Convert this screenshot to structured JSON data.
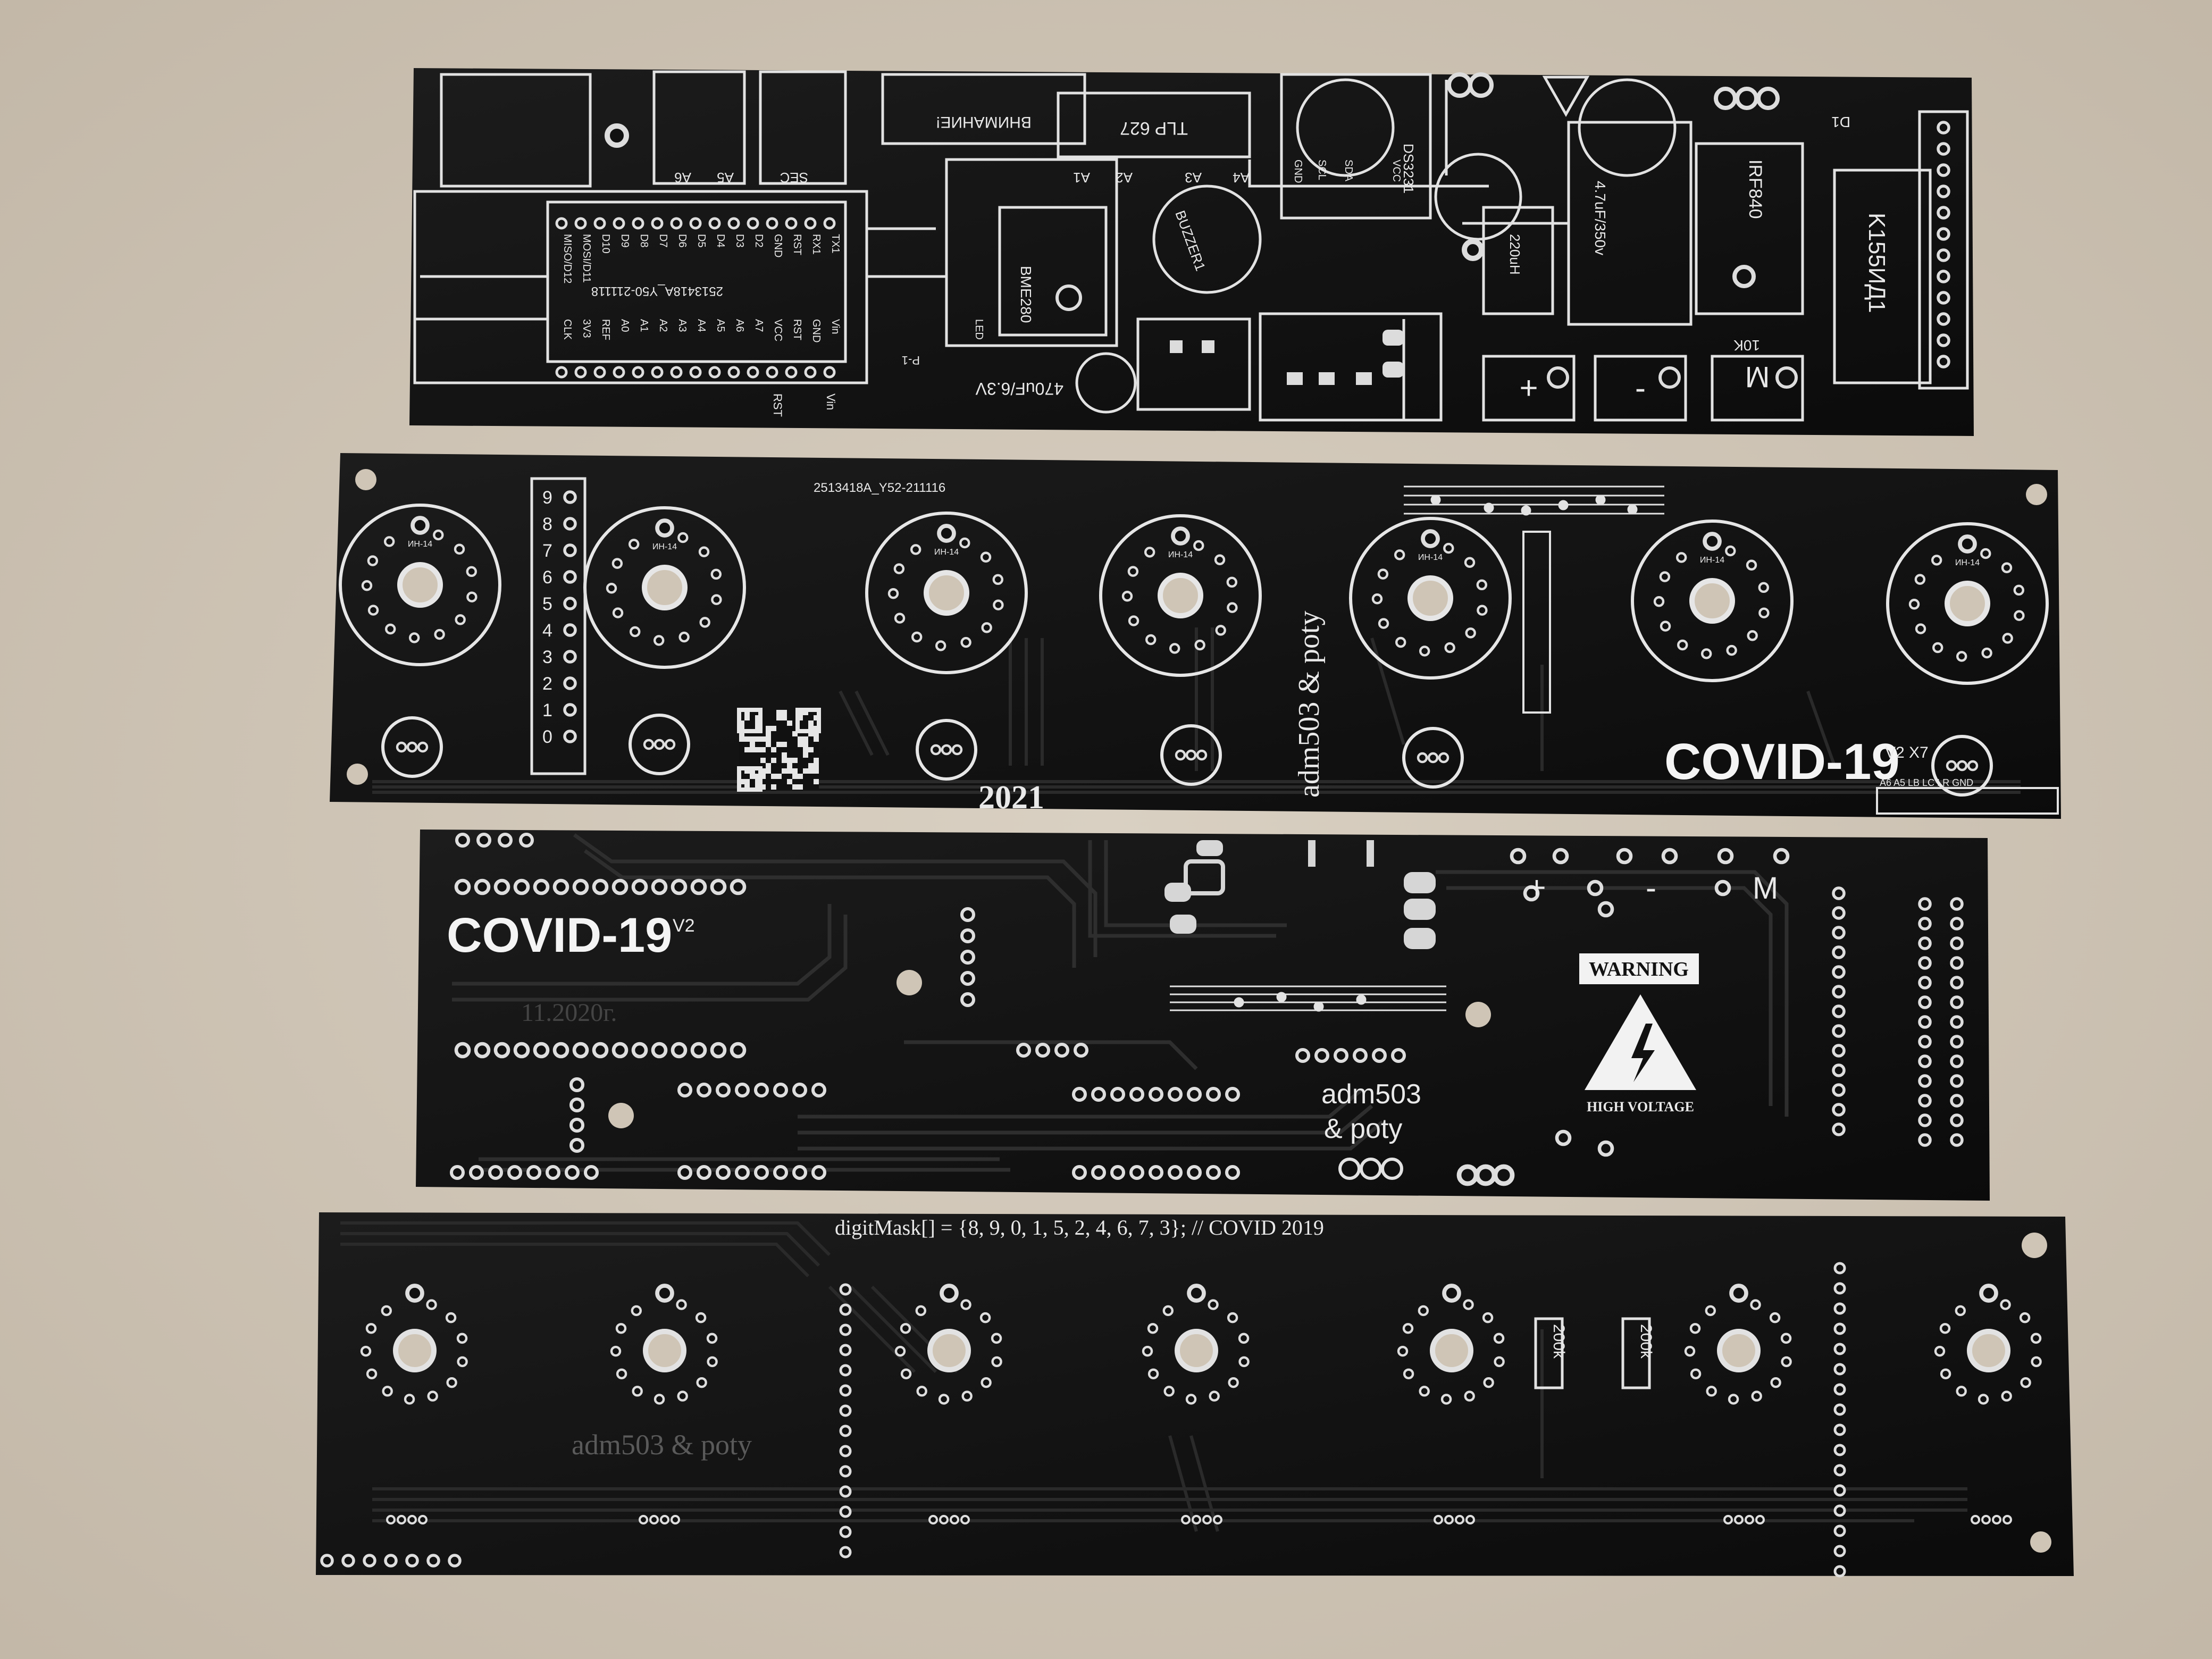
{
  "board1": {
    "warning_title": "ВНИМАНИЕ!",
    "parts": [
      "TLP 627",
      "DS3231",
      "IRF840",
      "K155ИД1",
      "BME280",
      "BUZZER1",
      "4.7uF/350v",
      "470uF/6.3V",
      "220uH",
      "10K",
      "D1",
      "A1",
      "A2",
      "A3",
      "A4",
      "A5",
      "A6",
      "SEC",
      "GND",
      "VCC",
      "SCL",
      "SDA",
      "LED",
      "Vin",
      "RST"
    ],
    "pin_labels_top": [
      "TX1",
      "RX1",
      "RST",
      "GND",
      "D2",
      "D3",
      "D4",
      "D5",
      "D6",
      "D7",
      "D8",
      "D9",
      "D10",
      "MOSI/D11",
      "MISO/D12"
    ],
    "pin_labels_bottom": [
      "Vin",
      "GND",
      "RST",
      "VCC",
      "A7",
      "A6",
      "A5",
      "A4",
      "A3",
      "A2",
      "A1",
      "A0",
      "REF",
      "3V3",
      "CLK"
    ],
    "board_id": "2513418A_Y50-211118",
    "button_labels": [
      "+",
      "-",
      "M"
    ],
    "bottom_code": "P-1"
  },
  "board2": {
    "board_id": "2513418A_Y52-211116",
    "connector_numbers": [
      "9",
      "8",
      "7",
      "6",
      "5",
      "4",
      "3",
      "2",
      "1",
      "0"
    ],
    "year": "2021",
    "authors": "adm503 & poty",
    "logo": "COVID-19",
    "logo_superscript": "V2  X7",
    "tube_label": "ИН-14",
    "header_labels": "A6 A5    LB  LC  LR  GND"
  },
  "board3": {
    "logo": "COVID-19",
    "logo_superscript": "V2",
    "date": "11.2020г.",
    "button_labels": [
      "+",
      "-",
      "M"
    ],
    "warning": "WARNING",
    "high_voltage": "HIGH VOLTAGE",
    "authors_line1": "adm503",
    "authors_line2": "& poty"
  },
  "board4": {
    "code_line": "digitMask[] = {8, 9, 0, 1, 5, 2, 4, 6, 7, 3};    // COVID 2019",
    "resistor_labels": [
      "200k",
      "200k"
    ],
    "authors": "adm503  &  poty"
  },
  "colors": {
    "background": "#cfc5b6",
    "pcb": "#111111",
    "silkscreen": "#e9e9e9"
  }
}
